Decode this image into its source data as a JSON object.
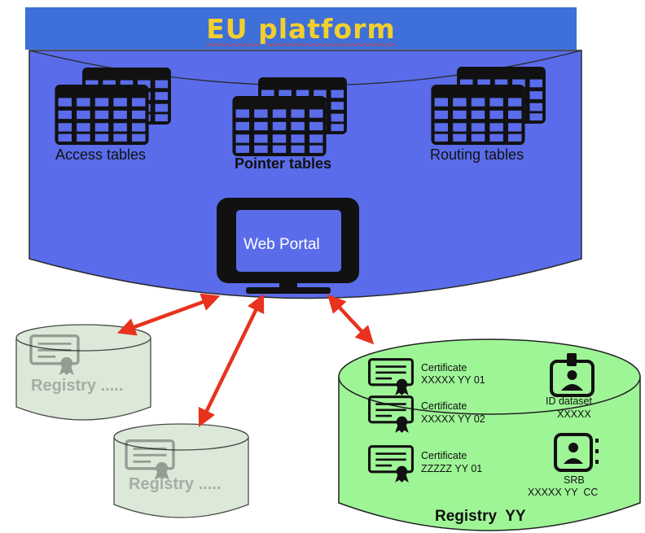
{
  "platform": {
    "title": "EU platform"
  },
  "tables": {
    "access": "Access tables",
    "pointer": "Pointer tables",
    "routing": "Routing tables"
  },
  "portal": {
    "label": "Web Portal"
  },
  "registries": {
    "faded_a": "Registry .....",
    "faded_b": "Registry .....",
    "main": {
      "title": "Registry  YY",
      "certificates": [
        {
          "label": "Certificate",
          "code": "XXXXX YY 01"
        },
        {
          "label": "Certificate",
          "code": "XXXXX YY 02"
        },
        {
          "label": "Certificate",
          "code": "ZZZZZ YY 01"
        }
      ],
      "id_dataset": {
        "label": "ID dataset",
        "code": "XXXXX"
      },
      "srb": {
        "label": "SRB",
        "code": "XXXXX YY  CC"
      }
    }
  },
  "colors": {
    "platform_fill": "#5a6cea",
    "banner_fill": "#3f6fd8",
    "title_color": "#f2cf2e",
    "registry_fill": "#9ef596",
    "faded_fill": "#dce9d8",
    "arrow": "#e8321e"
  },
  "icons": [
    "table-stack-icon",
    "monitor-icon",
    "certificate-icon",
    "id-badge-icon",
    "person-card-icon",
    "double-arrow-icon"
  ]
}
